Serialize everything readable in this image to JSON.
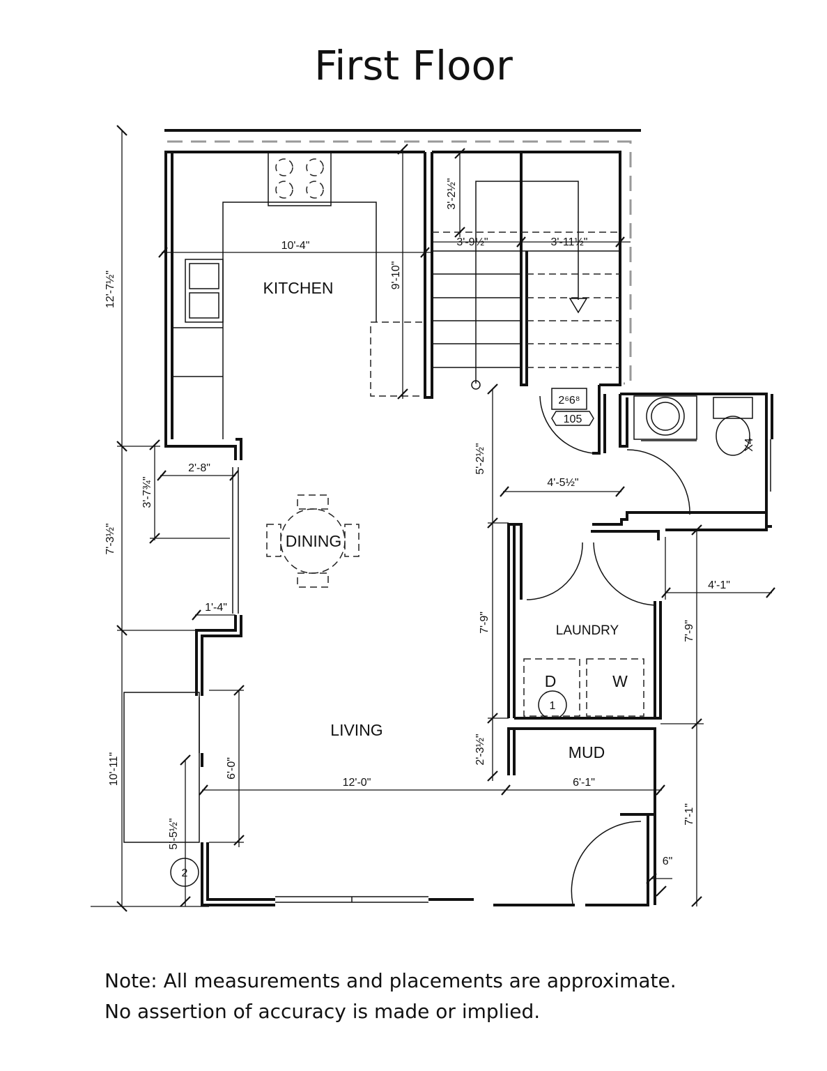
{
  "title": "First Floor",
  "rooms": {
    "kitchen": "KITCHEN",
    "dining": "DINING",
    "living": "LIVING",
    "laundry": "LAUNDRY",
    "mud": "MUD",
    "dryer": "D",
    "washer": "W"
  },
  "dimensions": {
    "kitchen_width": "10'-4\"",
    "kitchen_depth": "9'-10\"",
    "stair_run": "3'-2½\"",
    "stair_left": "3'-9½\"",
    "stair_right": "3'-11½\"",
    "left_upper": "12'-7½\"",
    "left_middle": "7'-3½\"",
    "left_lower": "10'-11\"",
    "counter_depth": "2'-8\"",
    "niche": "3'-7¾\"",
    "offset": "1'-4\"",
    "hall": "5'-2½\"",
    "powder_door": "4'-5½\"",
    "powder_width": "4'-1\"",
    "laundry_left": "7'-9\"",
    "laundry_right": "7'-9\"",
    "mud_left": "2'-3½\"",
    "living_width": "12'-0\"",
    "mud_width": "6'-1\"",
    "entry_depth": "7'-1\"",
    "window_height": "6'-0\"",
    "low_left": "5'-5½\"",
    "trim": "6\""
  },
  "tags": {
    "door_size": "2⁶6⁸",
    "door_number": "105",
    "window_tag": "X4",
    "tag_one": "1",
    "tag_two": "2"
  },
  "notes": [
    "Note: All measurements and placements are approximate.",
    "No assertion of accuracy is made or implied."
  ]
}
